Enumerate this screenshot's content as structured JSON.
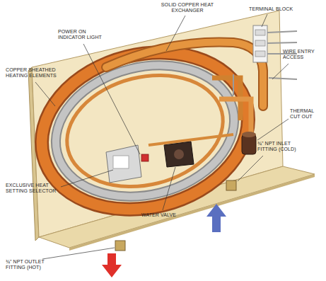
{
  "diagram": {
    "labels": [
      "SOLID COPPER HEAT EXCHANGER",
      "TERMINAL BLOCK",
      "POWER ON INDICATOR LIGHT",
      "WIRE ENTRY ACCESS",
      "COPPER SHEATHED HEATING ELEMENTS",
      "THERMAL CUT OUT",
      "¾\" NPT INLET FITTING (COLD)",
      "EXCLUSIVE HEAT SETTING SELECTOR",
      "WATER VALVE",
      "¾\" NPT OUTLET FITTING (HOT)"
    ]
  }
}
